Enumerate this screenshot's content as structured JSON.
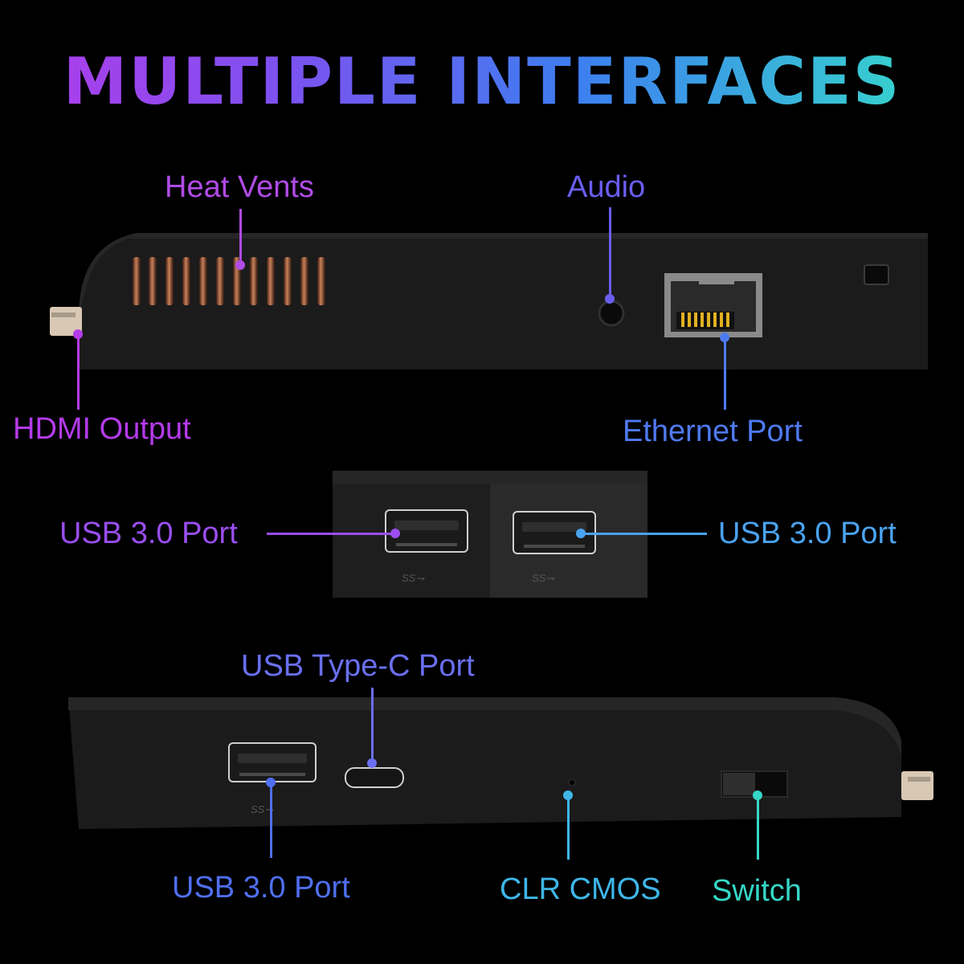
{
  "title": "MULTIPLE INTERFACES",
  "labels": {
    "heat_vents": "Heat Vents",
    "audio": "Audio",
    "hdmi_output": "HDMI Output",
    "ethernet_port": "Ethernet Port",
    "usb_left": "USB 3.0 Port",
    "usb_right": "USB 3.0 Port",
    "usb_type_c": "USB Type-C Port",
    "usb_bottom": "USB 3.0 Port",
    "clr_cmos": "CLR CMOS",
    "switch": "Switch"
  },
  "colors": {
    "purple": "#b43bea",
    "violet": "#8a4df0",
    "blue": "#4f6ff0",
    "light_blue": "#4aa3f0",
    "teal": "#35d8c8"
  }
}
